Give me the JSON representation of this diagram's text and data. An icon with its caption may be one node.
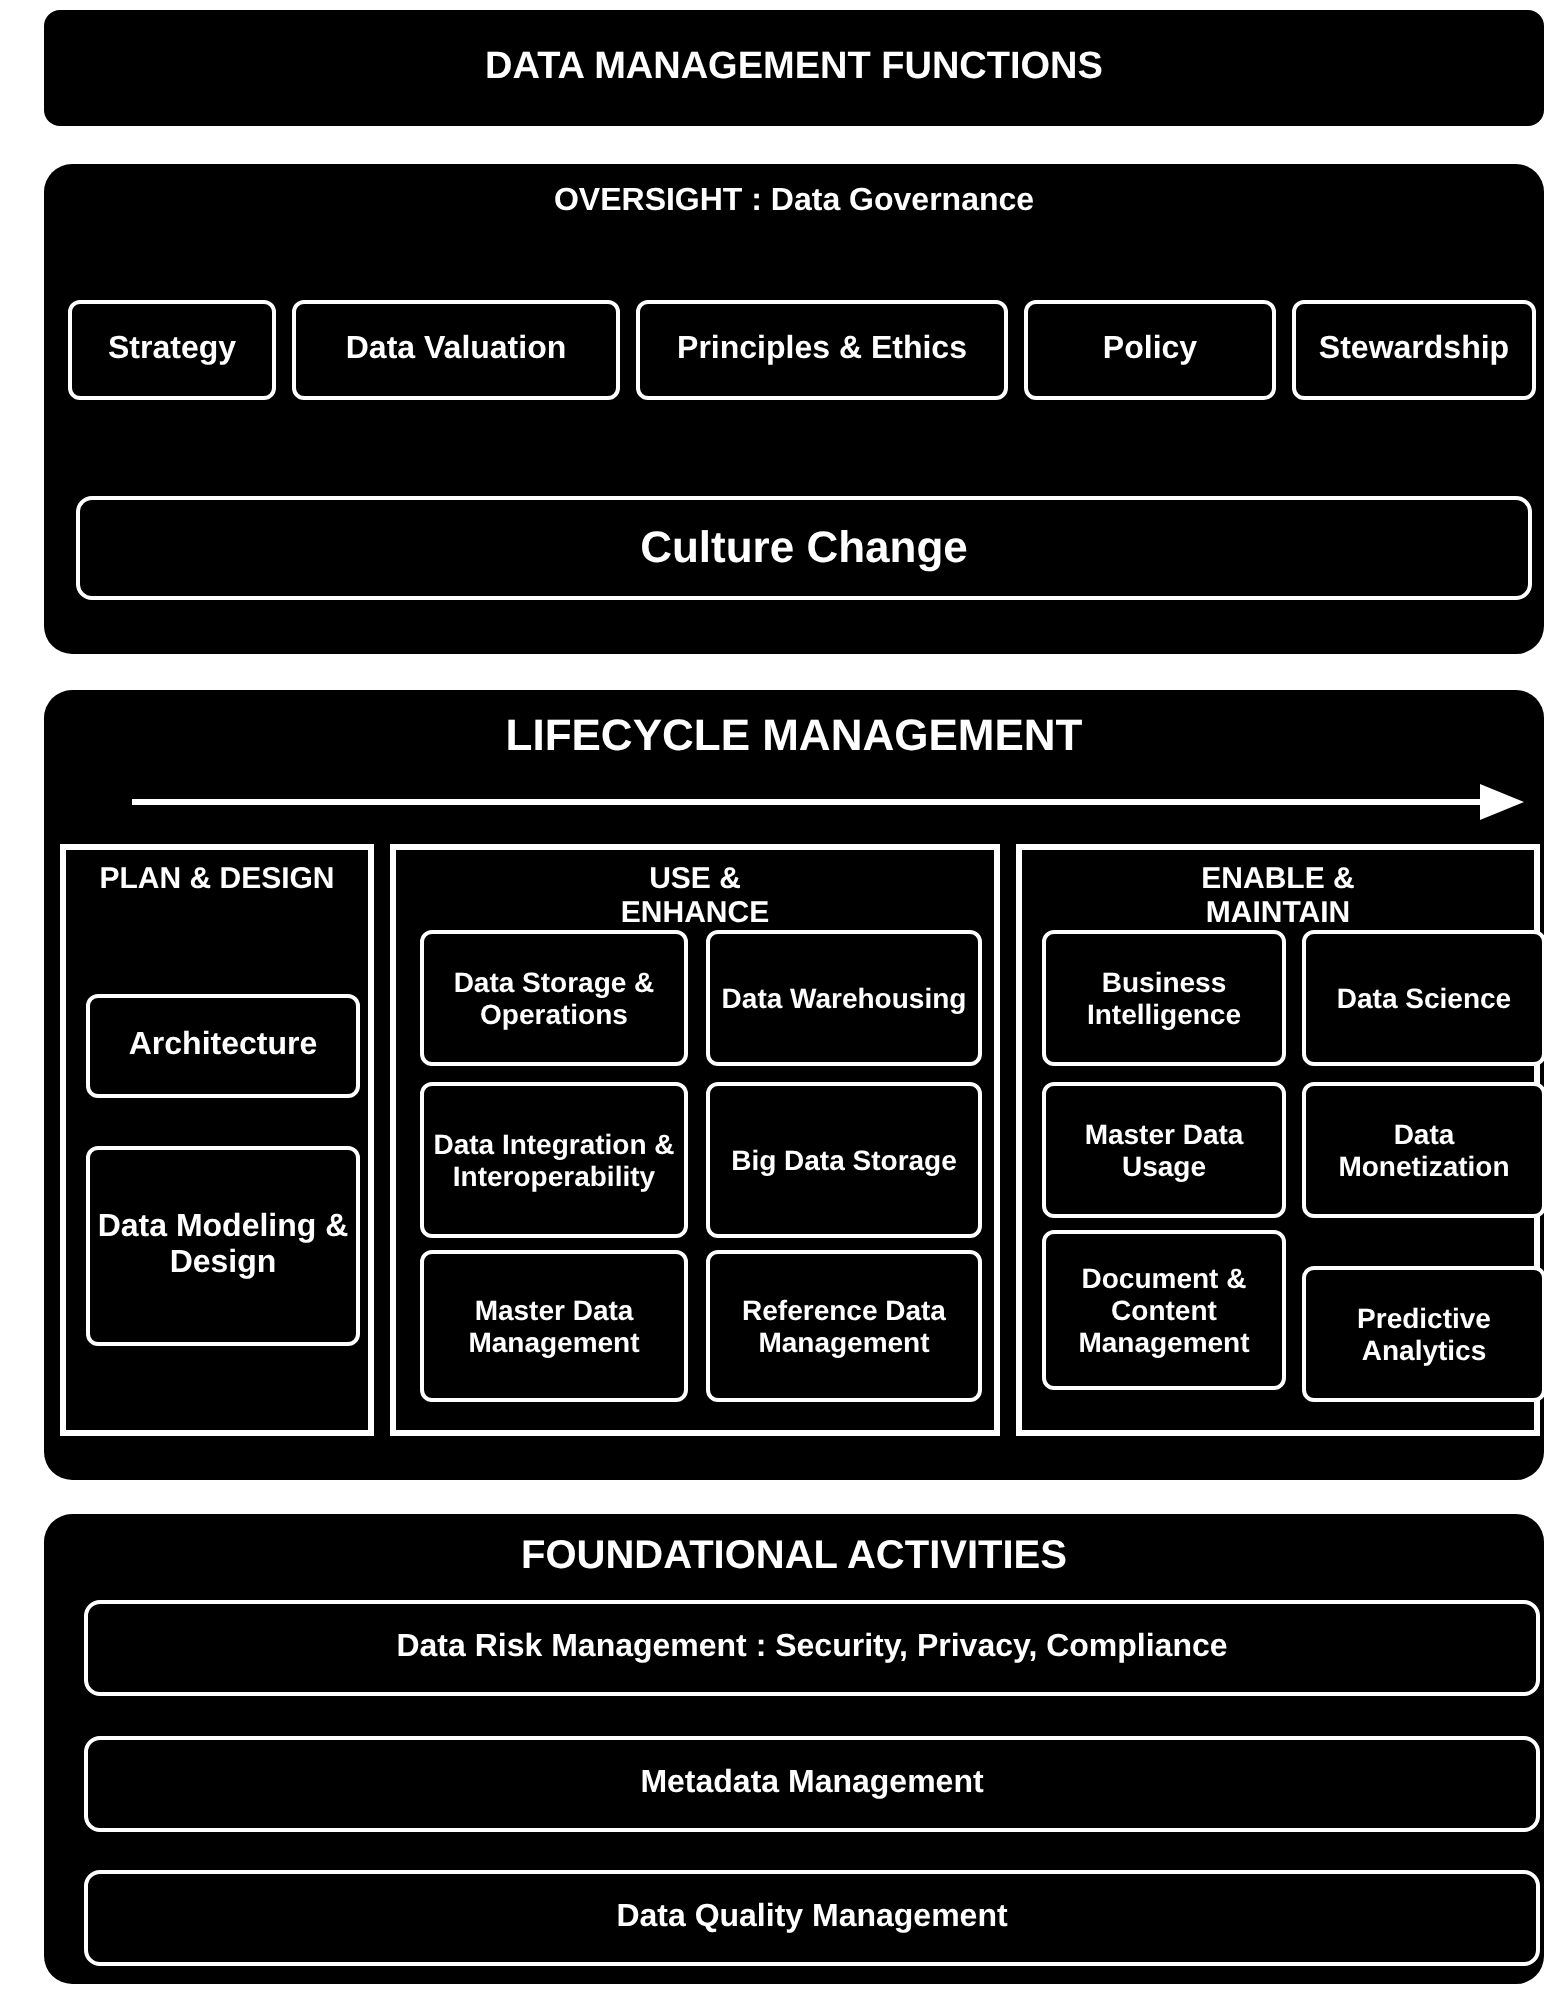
{
  "diagram": {
    "nodes": [
      {
        "text": [
          "DATA MANAGEMENT FUNCTIONS"
        ]
      },
      {
        "text": [
          "OVERSIGHT : Data Governance"
        ]
      },
      {
        "text": [
          "Strategy"
        ],
        "in": 1
      },
      {
        "text": [
          "Data Valuation"
        ],
        "in": 1
      },
      {
        "text": [
          "Principles & Ethics"
        ],
        "in": 1
      },
      {
        "text": [
          "Policy"
        ],
        "in": 1
      },
      {
        "text": [
          "Stewardship"
        ],
        "in": 1
      },
      {
        "text": [
          "Culture Change"
        ],
        "in": 1
      },
      {
        "text": [
          "LIFECYCLE MANAGEMENT"
        ]
      },
      {
        "text": [
          "PLAN & DESIGN"
        ],
        "in": 8
      },
      {
        "text": [
          "Architecture"
        ],
        "in": 9
      },
      {
        "text": [
          "Data Modeling & Design"
        ],
        "in": 9
      },
      {
        "text": [
          "USE & ENHANCE"
        ],
        "in": 8
      },
      {
        "text": [
          "Data Storage & Operations"
        ],
        "in": 12
      },
      {
        "text": [
          "Data Warehousing"
        ],
        "in": 12
      },
      {
        "text": [
          "Data Integration & Interoperability"
        ],
        "in": 12
      },
      {
        "text": [
          "Big Data Storage"
        ],
        "in": 12
      },
      {
        "text": [
          "Master Data Management"
        ],
        "in": 12
      },
      {
        "text": [
          "Reference Data Management"
        ],
        "in": 12
      },
      {
        "text": [
          "ENABLE & MAINTAIN"
        ],
        "in": 8
      },
      {
        "text": [
          "Business Intelligence"
        ],
        "in": 19
      },
      {
        "text": [
          "Data Science"
        ],
        "in": 19
      },
      {
        "text": [
          "Master Data Usage"
        ],
        "in": 19
      },
      {
        "text": [
          "Data Monetization"
        ],
        "in": 19
      },
      {
        "text": [
          "Document & Content Management"
        ],
        "in": 19
      },
      {
        "text": [
          "Predictive Analytics"
        ],
        "in": 19
      },
      {
        "text": [
          "FOUNDATIONAL ACTIVITIES"
        ]
      },
      {
        "text": [
          "Data Risk Management : Security, Privacy, Compliance"
        ],
        "in": 26
      },
      {
        "text": [
          "Metadata Management"
        ],
        "in": 26
      },
      {
        "text": [
          "Data Quality Management"
        ],
        "in": 26
      }
    ]
  }
}
